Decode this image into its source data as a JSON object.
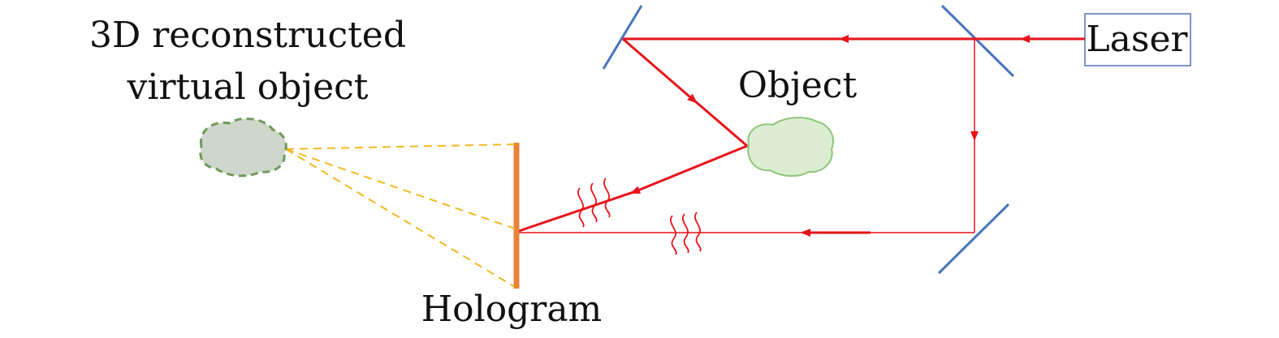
{
  "labels": {
    "laser": "Laser",
    "object": "Object",
    "hologram": "Hologram",
    "virtual_object_line1": "3D reconstructed",
    "virtual_object_line2": "virtual object"
  },
  "colors": {
    "beam": "#e8121a",
    "mirror": "#4a74c0",
    "hologram": "#e8833a",
    "reconstruction": "#f2b921",
    "object_fill": "#dcedd2",
    "object_stroke": "#8fc57a",
    "virtual_fill": "#cfd6cc",
    "virtual_stroke": "#6f9a5a"
  }
}
